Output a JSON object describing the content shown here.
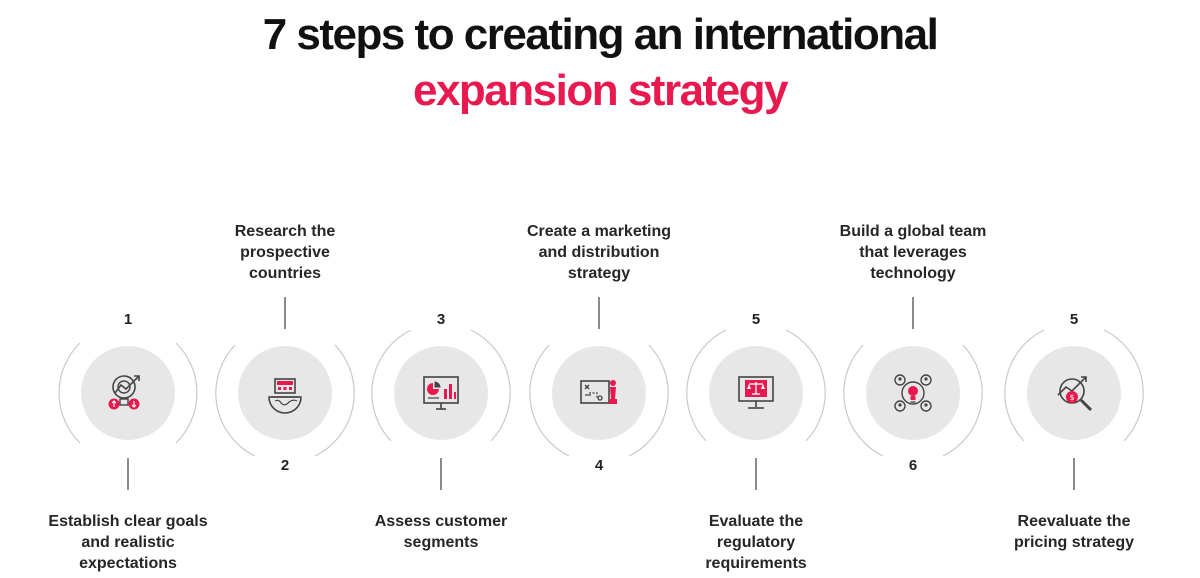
{
  "title": {
    "line1": "7 steps to creating an international",
    "line2": "expansion strategy"
  },
  "colors": {
    "accent": "#e8194f",
    "circle": "#e7e7e7",
    "ring": "#c9c9c9",
    "icon": "#444444"
  },
  "steps": [
    {
      "number": "1",
      "label": "Establish clear goals and realistic expectations",
      "label_position": "bottom",
      "number_position": "top",
      "icon": "target-growth-icon"
    },
    {
      "number": "2",
      "label": "Research the prospective countries",
      "label_position": "top",
      "number_position": "bottom",
      "icon": "global-market-icon"
    },
    {
      "number": "3",
      "label": "Assess customer segments",
      "label_position": "bottom",
      "number_position": "top",
      "icon": "presentation-chart-icon"
    },
    {
      "number": "4",
      "label": "Create a marketing and distribution strategy",
      "label_position": "top",
      "number_position": "bottom",
      "icon": "strategy-board-icon"
    },
    {
      "number": "5",
      "label": "Evaluate the regulatory requirements",
      "label_position": "bottom",
      "number_position": "top",
      "icon": "regulation-monitor-icon"
    },
    {
      "number": "6",
      "label": "Build a global team that leverages technology",
      "label_position": "top",
      "number_position": "bottom",
      "icon": "team-network-icon"
    },
    {
      "number": "5",
      "label": "Reevaluate the pricing strategy",
      "label_position": "bottom",
      "number_position": "top",
      "icon": "pricing-analysis-icon"
    }
  ]
}
